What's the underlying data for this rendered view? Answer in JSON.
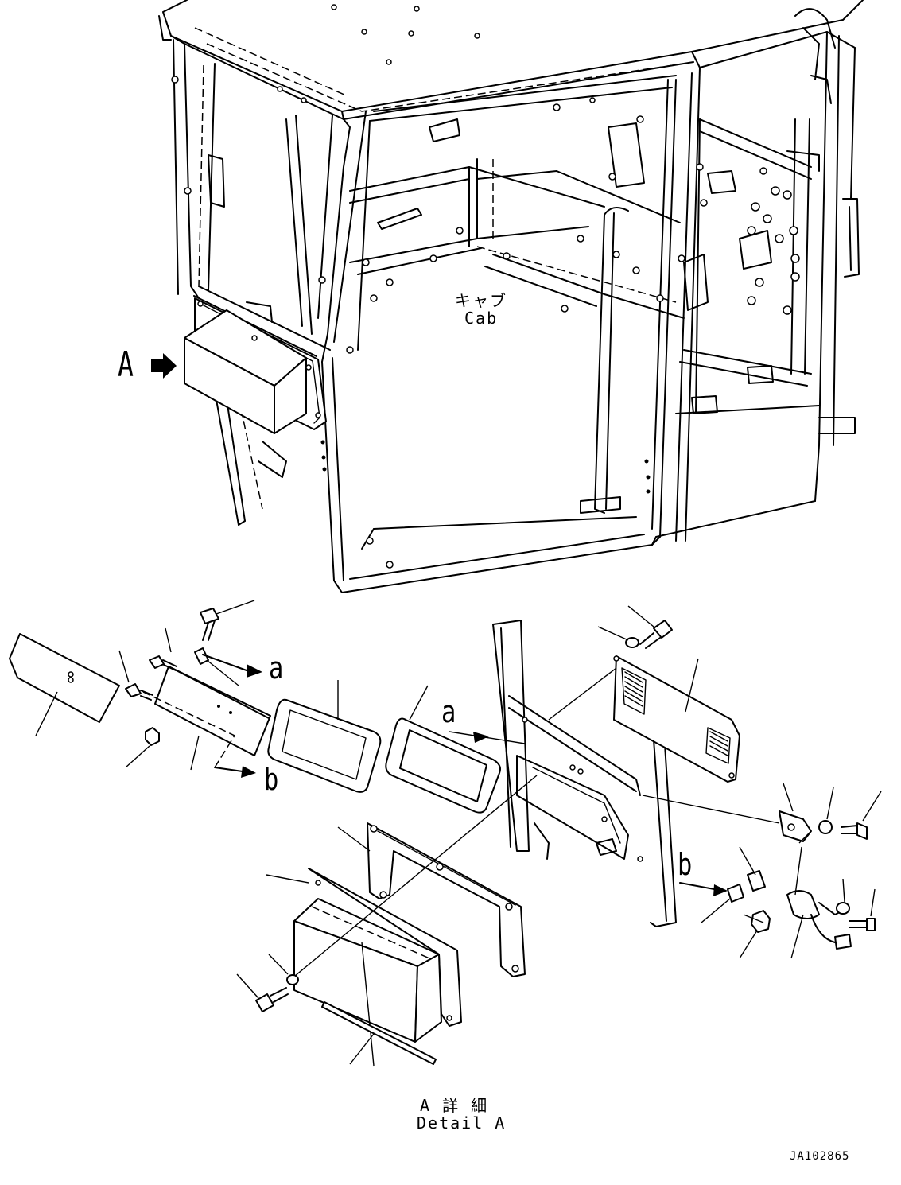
{
  "labels": {
    "view_arrow": "A",
    "cab_jp": "キャブ",
    "cab_en": "Cab",
    "ref_a_upper": "a",
    "ref_b_lower": "b",
    "ref_a_frame": "a",
    "ref_b_frame": "b",
    "detail_jp": "A 詳 細",
    "detail_en": "Detail A",
    "drawing_code": "JA102865"
  }
}
